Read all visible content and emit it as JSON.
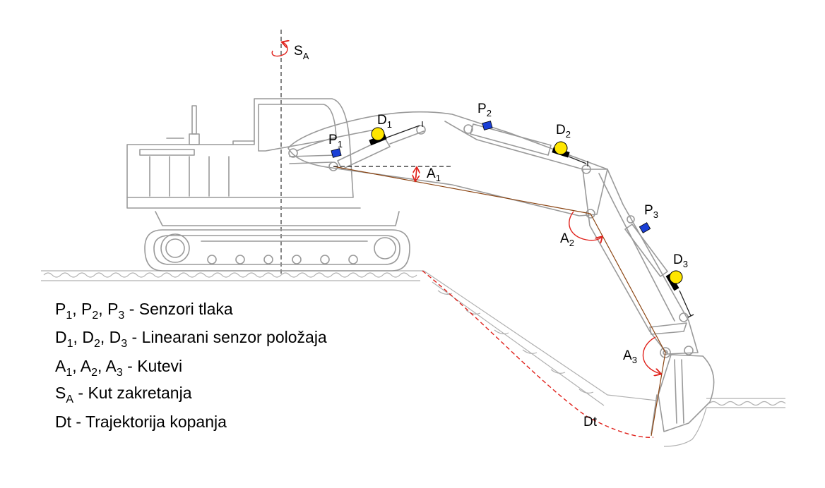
{
  "axis": {
    "name": "S",
    "sub": "A"
  },
  "pressure_sensors": [
    {
      "name": "P",
      "sub": "1"
    },
    {
      "name": "P",
      "sub": "2"
    },
    {
      "name": "P",
      "sub": "3"
    }
  ],
  "position_sensors": [
    {
      "name": "D",
      "sub": "1"
    },
    {
      "name": "D",
      "sub": "2"
    },
    {
      "name": "D",
      "sub": "3"
    }
  ],
  "angles": [
    {
      "name": "A",
      "sub": "1"
    },
    {
      "name": "A",
      "sub": "2"
    },
    {
      "name": "A",
      "sub": "3"
    }
  ],
  "trajectory_label": "Dt",
  "legend": {
    "pressure": {
      "items": [
        "P",
        "P",
        "P"
      ],
      "subs": [
        "1",
        "2",
        "3"
      ],
      "sep": ", ",
      "text": " - Senzori tlaka"
    },
    "position": {
      "items": [
        "D",
        "D",
        "D"
      ],
      "subs": [
        "1",
        "2",
        "3"
      ],
      "sep": ", ",
      "text": " - Linearani senzor položaja"
    },
    "angles": {
      "items": [
        "A",
        "A",
        "A"
      ],
      "subs": [
        "1",
        "2",
        "3"
      ],
      "sep": ", ",
      "text": " - Kutevi"
    },
    "swing": {
      "name": "S",
      "sub": "A",
      "text": " - Kut zakretanja"
    },
    "trajectory": {
      "name": "Dt",
      "text": " - Trajektorija kopanja"
    }
  },
  "colors": {
    "outline": "#9a9a9a",
    "pressure_sensor": "#1a3fd6",
    "position_sensor": "#ffe600",
    "arrow": "#e0201a",
    "trajectory": "#e0201a",
    "link_line": "#8b4513"
  }
}
